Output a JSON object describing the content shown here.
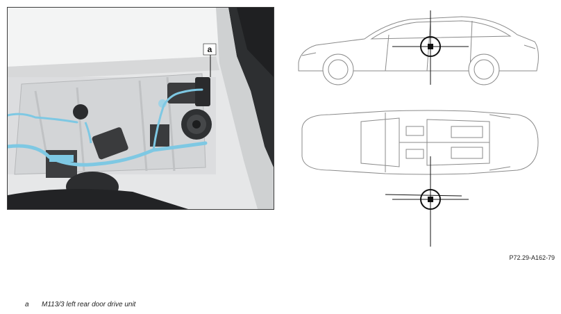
{
  "figure": {
    "callout_letter": "a",
    "reference_code": "P72.29-A162-79"
  },
  "legend": [
    {
      "key": "a",
      "text": "M113/3 left rear door drive unit"
    }
  ],
  "colors": {
    "wiring": "#7ec8e3",
    "frame": "#3a3a3a",
    "line_art": "#888888"
  },
  "icons": [
    "door-interior-illustration",
    "car-side-view",
    "car-top-view",
    "location-marker-icon"
  ]
}
